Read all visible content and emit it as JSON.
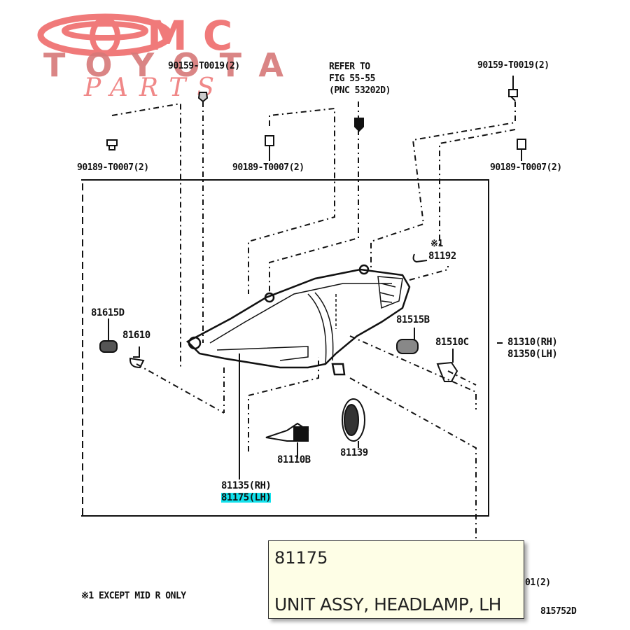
{
  "watermark": {
    "line1": "MC",
    "line2": "TOYOTA",
    "line3": "PARTS",
    "color": "#f07a7a"
  },
  "callouts": {
    "clip_top_left": "90159-T0019(2)",
    "refer_to_line1": "REFER TO",
    "refer_to_line2": "FIG 55-55",
    "refer_to_line3": "(PNC 53202D)",
    "clip_top_right": "90159-T0019(2)",
    "grommet_left": "90189-T0007(2)",
    "grommet_center": "90189-T0007(2)",
    "grommet_right": "90189-T0007(2)",
    "note_mark": "※1",
    "part_81192": "81192",
    "part_81615d": "81615D",
    "part_81610": "81610",
    "part_81515b": "81515B",
    "part_81510c": "81510C",
    "part_81310_rh": "81310(RH)",
    "part_81350_lh": "81350(LH)",
    "part_81110": "81110B",
    "part_81139": "81139",
    "part_81135_rh": "81135(RH)",
    "part_81175_lh": "81175(LH)",
    "partial_right": "01(2)",
    "footnote": "※1 EXCEPT MID R ONLY",
    "figure_code": "815752D"
  },
  "highlight_color": "#12e1ec",
  "tooltip": {
    "part_number": "81175",
    "description": "UNIT ASSY, HEADLAMP, LH",
    "background": "#fefee6"
  }
}
